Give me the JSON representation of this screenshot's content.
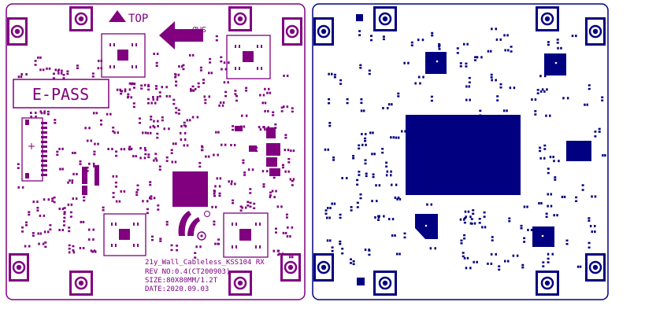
{
  "left_board": {
    "color": "#800080",
    "labels": {
      "top": "TOP",
      "smd": "SMD",
      "epass": "E-PASS",
      "title": "21y_Wall_Cableless_KSS104 RX",
      "rev": "REV NO:0.4(CT200903)",
      "size": "SIZE:80X80MM/1.2T",
      "date": "DATE:2020.09.03"
    }
  },
  "right_board": {
    "color": "#000080"
  }
}
